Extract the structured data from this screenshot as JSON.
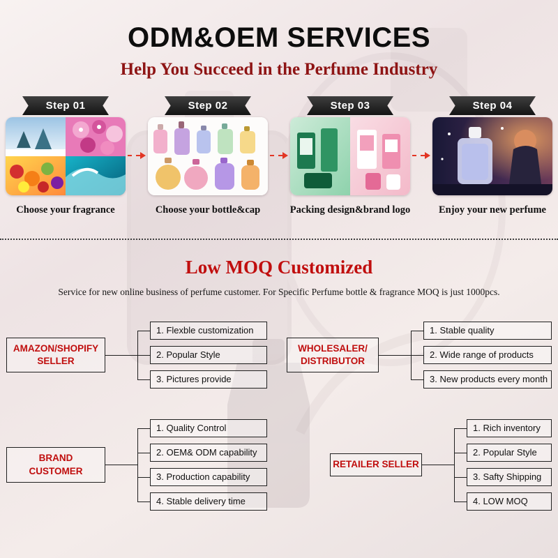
{
  "header": {
    "title": "ODM&OEM SERVICES",
    "subtitle": "Help You Succeed in the Perfume Industry"
  },
  "steps": [
    {
      "badge": "Step 01",
      "caption": "Choose your fragrance",
      "image_alt": "collage of winter scene, pink flowers, fruits and ocean wave"
    },
    {
      "badge": "Step 02",
      "caption": "Choose your bottle&cap",
      "image_alt": "assorted colorful perfume bottles on white background"
    },
    {
      "badge": "Step 03",
      "caption": "Packing design&brand logo",
      "image_alt": "green and pink perfume packaging boxes"
    },
    {
      "badge": "Step 04",
      "caption": "Enjoy your new perfume",
      "image_alt": "woman at sunset with large perfume bottle"
    }
  ],
  "moq_section": {
    "title": "Low MOQ Customized",
    "description": "Service for new online business of perfume customer. For Specific Perfume bottle & fragrance MOQ is just 1000pcs."
  },
  "customer_groups": [
    {
      "label": [
        "AMAZON/SHOPIFY",
        "SELLER"
      ],
      "items": [
        "1. Flexble customization",
        "2. Popular Style",
        "3. Pictures provide"
      ]
    },
    {
      "label": [
        "WHOLESALER/",
        "DISTRIBUTOR"
      ],
      "items": [
        "1. Stable quality",
        "2. Wide range of products",
        "3. New products every month"
      ]
    },
    {
      "label": [
        "BRAND",
        "CUSTOMER"
      ],
      "items": [
        "1. Quality Control",
        "2. OEM& ODM capability",
        "3. Production capability",
        "4. Stable delivery time"
      ]
    },
    {
      "label": [
        "RETAILER SELLER"
      ],
      "items": [
        "1. Rich inventory",
        "2. Popular Style",
        "3. Safty Shipping",
        "4. LOW MOQ"
      ]
    }
  ],
  "colors": {
    "accent_red": "#c00e0e",
    "subtitle_red": "#8e1414",
    "arrow_red": "#e23524",
    "ribbon_dark": "#141414",
    "background": "#efe5e5"
  }
}
